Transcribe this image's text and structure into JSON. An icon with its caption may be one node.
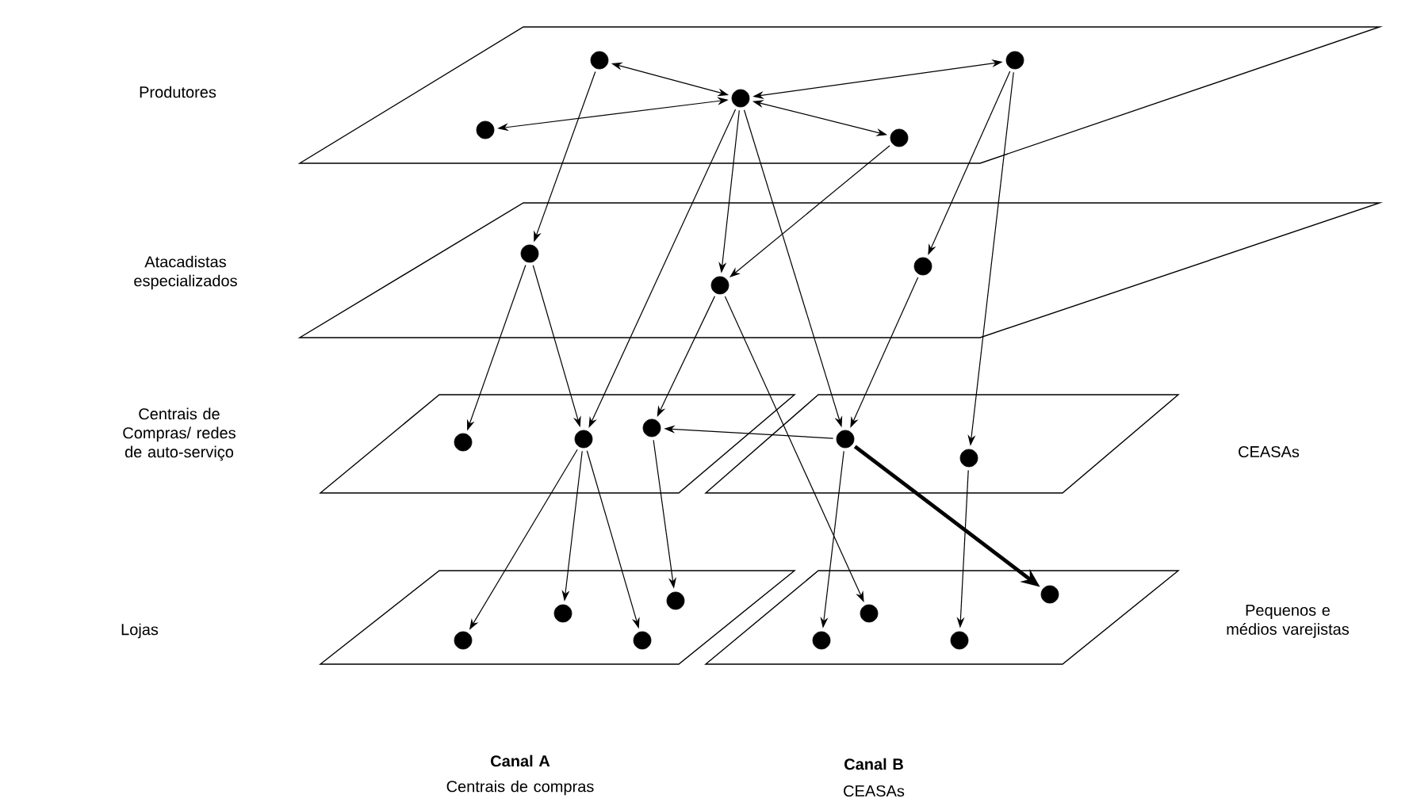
{
  "diagram": {
    "nodes": [
      {
        "text": [],
        "shape": "parallelogram"
      },
      {
        "text": [],
        "shape": "parallelogram"
      },
      {
        "text": [],
        "shape": "parallelogram"
      },
      {
        "text": [],
        "shape": "parallelogram"
      },
      {
        "text": [],
        "shape": "parallelogram"
      },
      {
        "text": [],
        "shape": "parallelogram"
      },
      {
        "text": [],
        "shape": "circle",
        "in": 0
      },
      {
        "text": [],
        "shape": "circle",
        "in": 0
      },
      {
        "text": [],
        "shape": "circle",
        "in": 0
      },
      {
        "text": [],
        "shape": "circle",
        "in": 0
      },
      {
        "text": [],
        "shape": "circle",
        "in": 0
      },
      {
        "text": [],
        "shape": "circle",
        "in": 1
      },
      {
        "text": [],
        "shape": "circle",
        "in": 1
      },
      {
        "text": [],
        "shape": "circle",
        "in": 1
      },
      {
        "text": [],
        "shape": "circle",
        "in": 2
      },
      {
        "text": [],
        "shape": "circle",
        "in": 2
      },
      {
        "text": [],
        "shape": "circle",
        "in": 2
      },
      {
        "text": [],
        "shape": "circle",
        "in": 3
      },
      {
        "text": [],
        "shape": "circle",
        "in": 3
      },
      {
        "text": [],
        "shape": "circle",
        "in": 4
      },
      {
        "text": [],
        "shape": "circle",
        "in": 4
      },
      {
        "text": [],
        "shape": "circle",
        "in": 4
      },
      {
        "text": [],
        "shape": "circle",
        "in": 4
      },
      {
        "text": [],
        "shape": "circle",
        "in": 5
      },
      {
        "text": [],
        "shape": "circle",
        "in": 5
      },
      {
        "text": [],
        "shape": "circle",
        "in": 5
      },
      {
        "text": [],
        "shape": "circle",
        "in": 5
      }
    ],
    "edges": [
      {
        "from": 6,
        "to": 8,
        "arrow": "both"
      },
      {
        "from": 7,
        "to": 8,
        "arrow": "both"
      },
      {
        "from": 8,
        "to": 10,
        "arrow": "both"
      },
      {
        "from": 8,
        "to": 9,
        "arrow": "both"
      },
      {
        "from": 6,
        "to": 11,
        "arrow": "to"
      },
      {
        "from": 8,
        "to": 12,
        "arrow": "to"
      },
      {
        "from": 9,
        "to": 12,
        "arrow": "to"
      },
      {
        "from": 10,
        "to": 13,
        "arrow": "to"
      },
      {
        "from": 10,
        "to": 18,
        "arrow": "to"
      },
      {
        "from": 8,
        "to": 15,
        "arrow": "to"
      },
      {
        "from": 8,
        "to": 17,
        "arrow": "to"
      },
      {
        "from": 11,
        "to": 14,
        "arrow": "to"
      },
      {
        "from": 11,
        "to": 15,
        "arrow": "to"
      },
      {
        "from": 12,
        "to": 16,
        "arrow": "to"
      },
      {
        "from": 12,
        "to": 24,
        "arrow": "to"
      },
      {
        "from": 13,
        "to": 17,
        "arrow": "to"
      },
      {
        "from": 17,
        "to": 16,
        "arrow": "to"
      },
      {
        "from": 17,
        "to": 26,
        "arrow": "to",
        "style": "thick"
      },
      {
        "from": 17,
        "to": 23,
        "arrow": "to"
      },
      {
        "from": 18,
        "to": 25,
        "arrow": "to"
      },
      {
        "from": 15,
        "to": 19,
        "arrow": "to"
      },
      {
        "from": 15,
        "to": 20,
        "arrow": "to"
      },
      {
        "from": 15,
        "to": 21,
        "arrow": "to"
      },
      {
        "from": 16,
        "to": 22,
        "arrow": "to"
      }
    ],
    "labels": [
      "Produtores",
      "Atacadistas especializados",
      "Centrais de Compras/ redes de auto-serviço",
      "CEASAs",
      "Lojas",
      "Pequenos e médios varejistas",
      "Canal A",
      "Centrais de compras",
      "Canal B",
      "CEASAs"
    ]
  }
}
